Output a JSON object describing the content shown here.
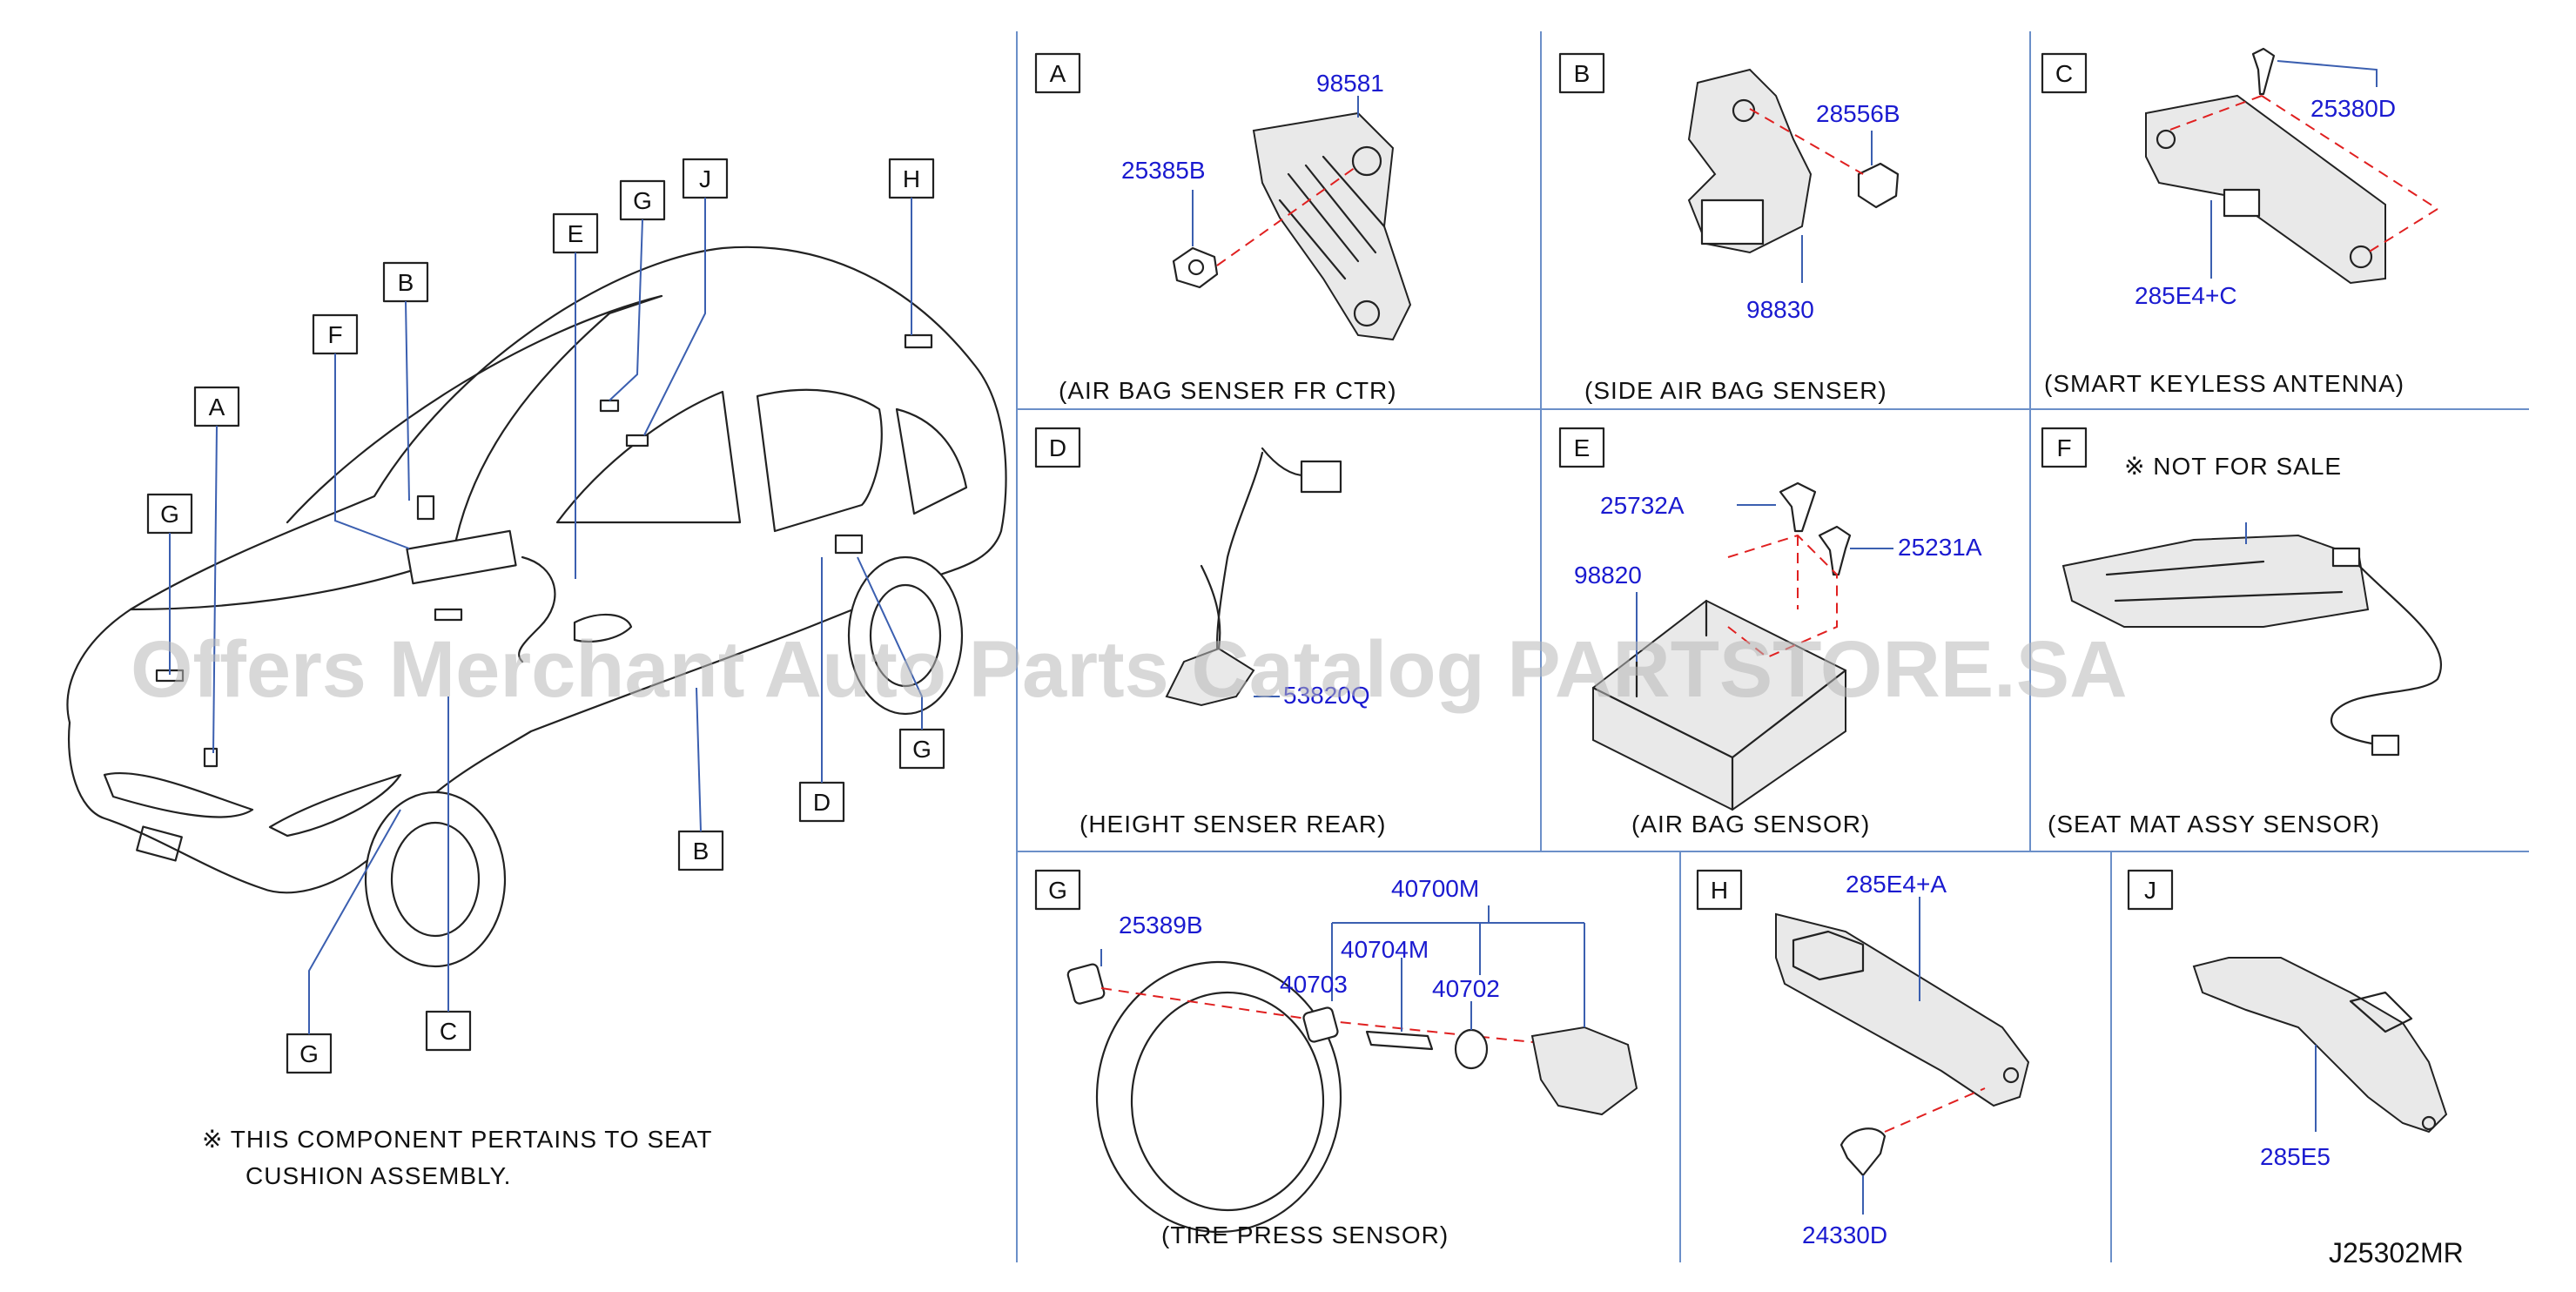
{
  "overview": {
    "callouts": [
      "A",
      "B",
      "C",
      "D",
      "E",
      "F",
      "G",
      "H",
      "J"
    ],
    "footnote_line1": "※ THIS COMPONENT PERTAINS TO SEAT",
    "footnote_line2": "CUSHION ASSEMBLY."
  },
  "panels": [
    {
      "letter": "A",
      "caption": "(AIR BAG SENSER FR CTR)",
      "parts": [
        "98581",
        "25385B"
      ]
    },
    {
      "letter": "B",
      "caption": "(SIDE AIR BAG SENSER)",
      "parts": [
        "28556B",
        "98830"
      ]
    },
    {
      "letter": "C",
      "caption": "(SMART KEYLESS ANTENNA)",
      "parts": [
        "25380D",
        "285E4+C"
      ]
    },
    {
      "letter": "D",
      "caption": "(HEIGHT SENSER REAR)",
      "parts": [
        "53820Q"
      ]
    },
    {
      "letter": "E",
      "caption": "(AIR BAG SENSOR)",
      "parts": [
        "25732A",
        "25231A",
        "98820"
      ]
    },
    {
      "letter": "F",
      "caption": "(SEAT MAT ASSY SENSOR)",
      "note": "※ NOT FOR SALE",
      "parts": []
    },
    {
      "letter": "G",
      "caption": "(TIRE PRESS SENSOR)",
      "parts": [
        "25389B",
        "40700M",
        "40704M",
        "40703",
        "40702"
      ]
    },
    {
      "letter": "H",
      "caption": "",
      "parts": [
        "285E4+A",
        "24330D"
      ]
    },
    {
      "letter": "J",
      "caption": "",
      "parts": [
        "285E5"
      ]
    }
  ],
  "diagram_code": "J25302MR",
  "watermark": "Offers Merchant Auto Parts Catalog PARTSTORE.SA",
  "colors": {
    "part_number": "#1a1ad0",
    "grid": "#6b8fc8",
    "leader": "#3b5fb0",
    "dash": "#e02020"
  }
}
